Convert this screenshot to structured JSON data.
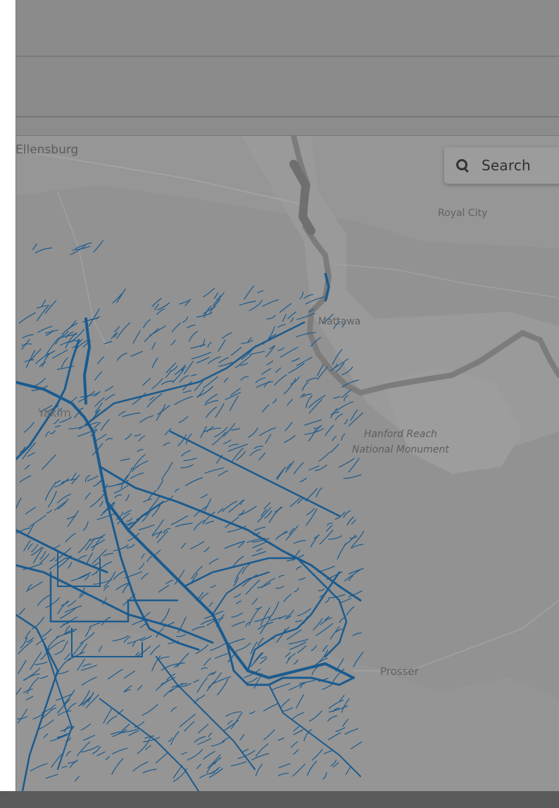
{
  "search": {
    "label": "Search"
  },
  "map": {
    "labels": {
      "ellensburg": "Ellensburg",
      "royal_city": "Royal City",
      "mattawa": "Mattawa",
      "hanford_line1": "Hanford Reach",
      "hanford_line2": "National Monument",
      "prosser": "Prosser",
      "yakima": "Yakim"
    }
  },
  "colors": {
    "river": "#1b5b8e",
    "overlay": "#8e8e8e",
    "panel": "#ffffff"
  }
}
